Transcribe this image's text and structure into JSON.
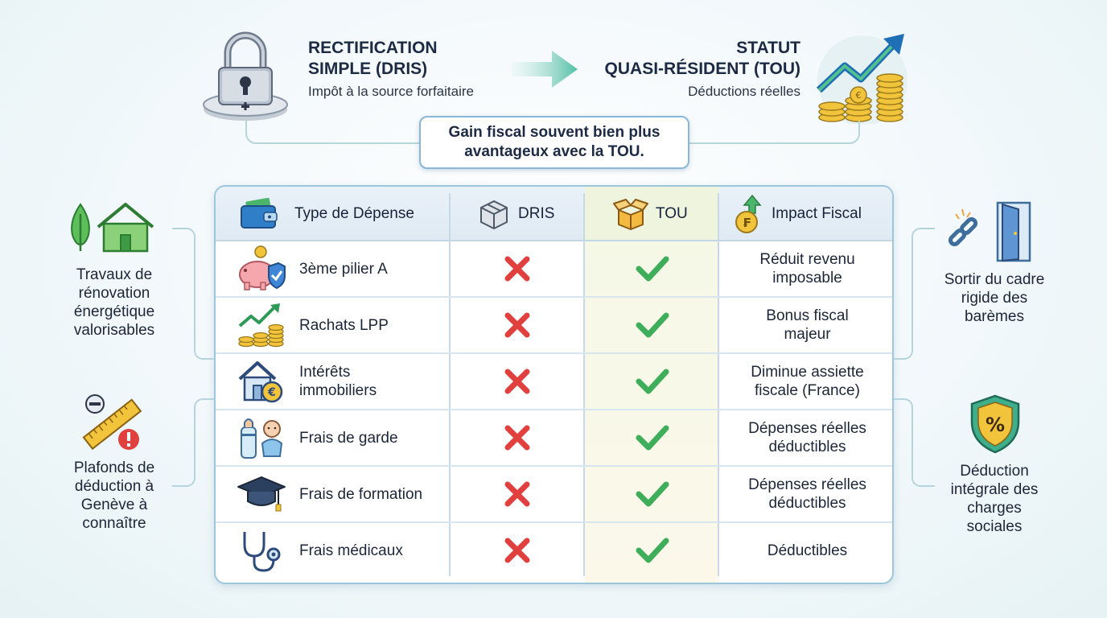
{
  "header": {
    "left_title": "RECTIFICATION\nSIMPLE (DRIS)",
    "left_title_line1": "RECTIFICATION",
    "left_title_line2": "SIMPLE (DRIS)",
    "left_subtitle": "Impôt à la source forfaitaire",
    "right_title_line1": "STATUT",
    "right_title_line2": "QUASI-RÉSIDENT (TOU)",
    "right_subtitle": "Déductions réelles",
    "gain_line1": "Gain fiscal souvent bien plus",
    "gain_line2": "avantageux avec la TOU."
  },
  "table": {
    "columns": [
      "Type de Dépense",
      "DRIS",
      "TOU",
      "Impact Fiscal"
    ],
    "rows": [
      {
        "label": "3ème pilier A",
        "dris": "no",
        "tou": "yes",
        "impact_line1": "Réduit revenu",
        "impact_line2": "imposable",
        "icon": "piggy-bank-icon"
      },
      {
        "label": "Rachats LPP",
        "dris": "no",
        "tou": "yes",
        "impact_line1": "Bonus fiscal",
        "impact_line2": "majeur",
        "icon": "growth-coins-icon"
      },
      {
        "label_line1": "Intérêts",
        "label_line2": "immobiliers",
        "dris": "no",
        "tou": "yes",
        "impact_line1": "Diminue assiette",
        "impact_line2": "fiscale (France)",
        "icon": "house-euro-icon"
      },
      {
        "label": "Frais de garde",
        "dris": "no",
        "tou": "yes",
        "impact_line1": "Dépenses réelles",
        "impact_line2": "déductibles",
        "icon": "baby-bottle-icon"
      },
      {
        "label": "Frais de formation",
        "dris": "no",
        "tou": "yes",
        "impact_line1": "Dépenses réelles",
        "impact_line2": "déductibles",
        "icon": "graduation-cap-icon"
      },
      {
        "label": "Frais médicaux",
        "dris": "no",
        "tou": "yes",
        "impact_line1": "Déductibles",
        "impact_line2": "",
        "icon": "stethoscope-icon"
      }
    ]
  },
  "side_notes": {
    "left_top": [
      "Travaux de",
      "rénovation",
      "énergétique",
      "valorisables"
    ],
    "left_bottom": [
      "Plafonds de",
      "déduction à",
      "Genève à",
      "connaître"
    ],
    "right_top": [
      "Sortir du cadre",
      "rigide des",
      "barèmes"
    ],
    "right_bottom": [
      "Déduction",
      "intégrale des",
      "charges",
      "sociales"
    ]
  },
  "colors": {
    "cross": "#e0413e",
    "check": "#3fae5a",
    "border": "#9cc6dc",
    "arrow": "#5fc0a8"
  }
}
